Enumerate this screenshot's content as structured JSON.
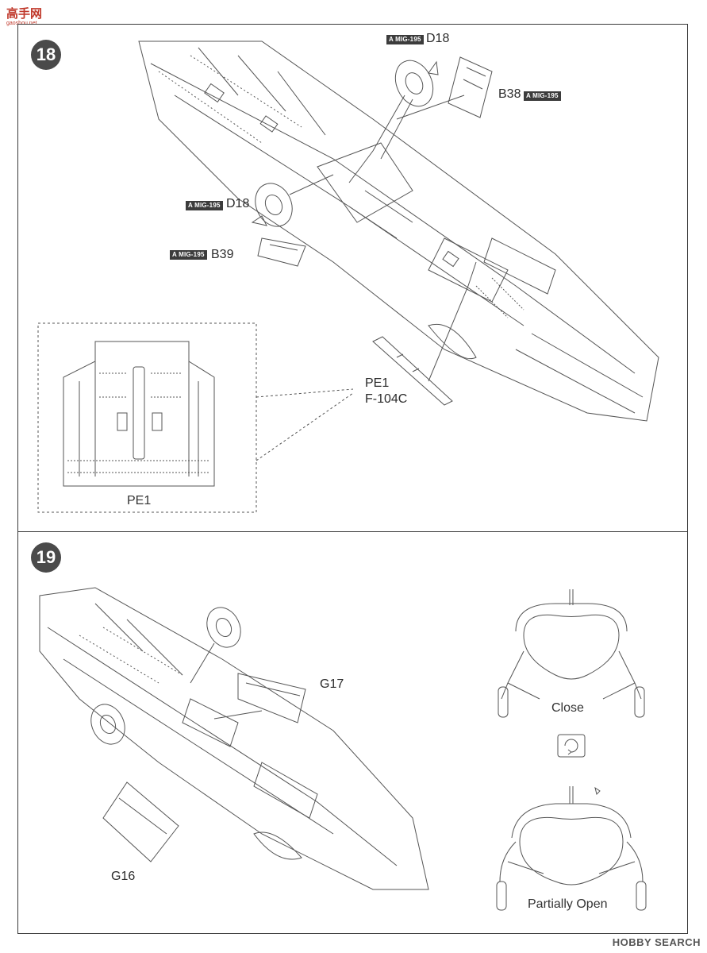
{
  "watermark": {
    "brand_cn": "高手网",
    "brand_url": "gaoshou.net",
    "hobby_search": "HOBBY SEARCH"
  },
  "step18": {
    "number": "18",
    "parts": {
      "d18_top": {
        "tag": "A MIG-195",
        "label": "D18"
      },
      "b38": {
        "tag": "A MIG-195",
        "label": "B38"
      },
      "d18_left": {
        "tag": "A MIG-195",
        "label": "D18"
      },
      "b39": {
        "tag": "A MIG-195",
        "label": "B39"
      },
      "pe1": {
        "label": "PE1",
        "variant": "F-104C"
      }
    },
    "detail_caption": "PE1"
  },
  "step19": {
    "number": "19",
    "parts": {
      "g17": "G17",
      "g16": "G16"
    },
    "views": {
      "close": "Close",
      "partially_open": "Partially Open"
    }
  }
}
